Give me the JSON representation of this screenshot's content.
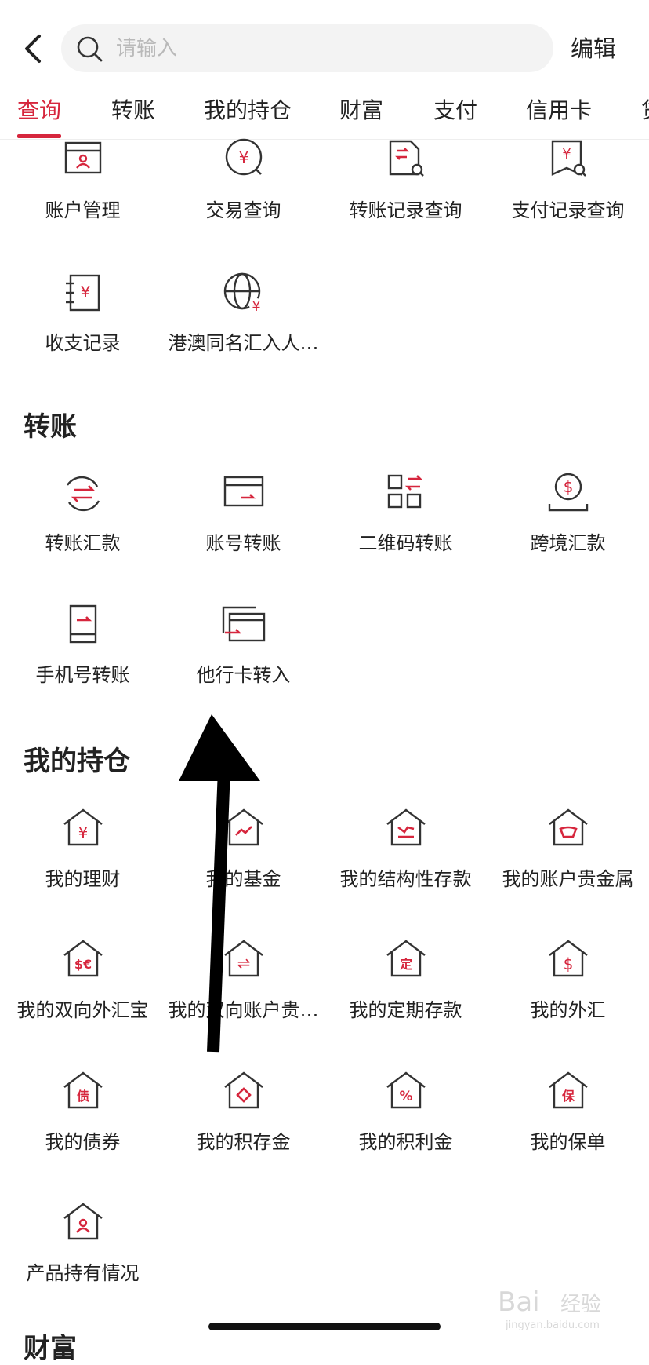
{
  "header": {
    "search_placeholder": "请输入",
    "edit_label": "编辑"
  },
  "tabs": [
    "查询",
    "转账",
    "我的持仓",
    "财富",
    "支付",
    "信用卡",
    "贷"
  ],
  "query_items": [
    {
      "label": "账户管理"
    },
    {
      "label": "交易查询"
    },
    {
      "label": "转账记录查询"
    },
    {
      "label": "支付记录查询"
    },
    {
      "label": "收支记录"
    },
    {
      "label": "港澳同名汇入人…"
    }
  ],
  "transfer": {
    "title": "转账",
    "items": [
      {
        "label": "转账汇款"
      },
      {
        "label": "账号转账"
      },
      {
        "label": "二维码转账"
      },
      {
        "label": "跨境汇款"
      },
      {
        "label": "手机号转账"
      },
      {
        "label": "他行卡转入"
      }
    ]
  },
  "holdings": {
    "title": "我的持仓",
    "items": [
      {
        "label": "我的理财",
        "glyph": "¥"
      },
      {
        "label": "我的基金",
        "glyph": ""
      },
      {
        "label": "我的结构性存款",
        "glyph": ""
      },
      {
        "label": "我的账户贵金属",
        "glyph": ""
      },
      {
        "label": "我的双向外汇宝",
        "glyph": "$€"
      },
      {
        "label": "我的双向账户贵…",
        "glyph": "⇌"
      },
      {
        "label": "我的定期存款",
        "glyph": "定"
      },
      {
        "label": "我的外汇",
        "glyph": "$"
      },
      {
        "label": "我的债券",
        "glyph": "债"
      },
      {
        "label": "我的积存金",
        "glyph": ""
      },
      {
        "label": "我的积利金",
        "glyph": "%"
      },
      {
        "label": "我的保单",
        "glyph": "保"
      },
      {
        "label": "产品持有情况",
        "glyph": ""
      }
    ]
  },
  "wealth": {
    "title": "财富"
  },
  "watermark": {
    "brand": "Bai",
    "brand_cn": "经验",
    "url": "jingyan.baidu.com"
  },
  "colors": {
    "accent": "#d6263d",
    "text": "#222222",
    "icon_stroke": "#333333"
  }
}
